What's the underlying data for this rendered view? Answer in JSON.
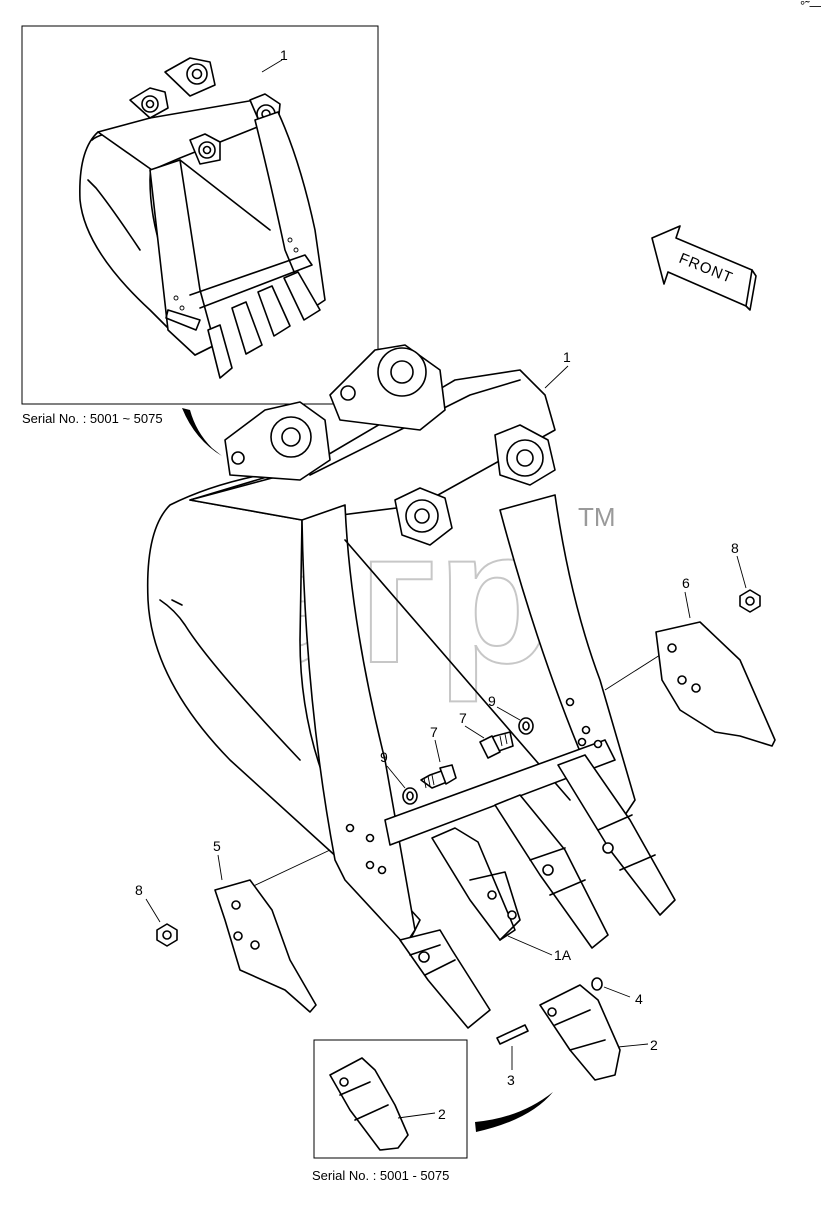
{
  "inset_top": {
    "caption": "Serial No. : 5001 ~ 5075",
    "part_label": "1"
  },
  "inset_bottom": {
    "caption": "Serial No. : 5001 - 5075",
    "part_label": "2"
  },
  "front_arrow": {
    "text": "FRONT"
  },
  "watermark": {
    "text": "загр",
    "tm": "TM"
  },
  "corner_mark": "°˜—",
  "callouts": {
    "bucket": "1",
    "tooth_assembly": "1A",
    "tooth": "2",
    "pin": "3",
    "lock": "4",
    "side_cutter_left": "5",
    "side_cutter_right": "6",
    "bolt_a": "7",
    "bolt_b": "7",
    "washer_a": "9",
    "washer_b": "9",
    "nut_left": "8",
    "nut_right": "8"
  }
}
